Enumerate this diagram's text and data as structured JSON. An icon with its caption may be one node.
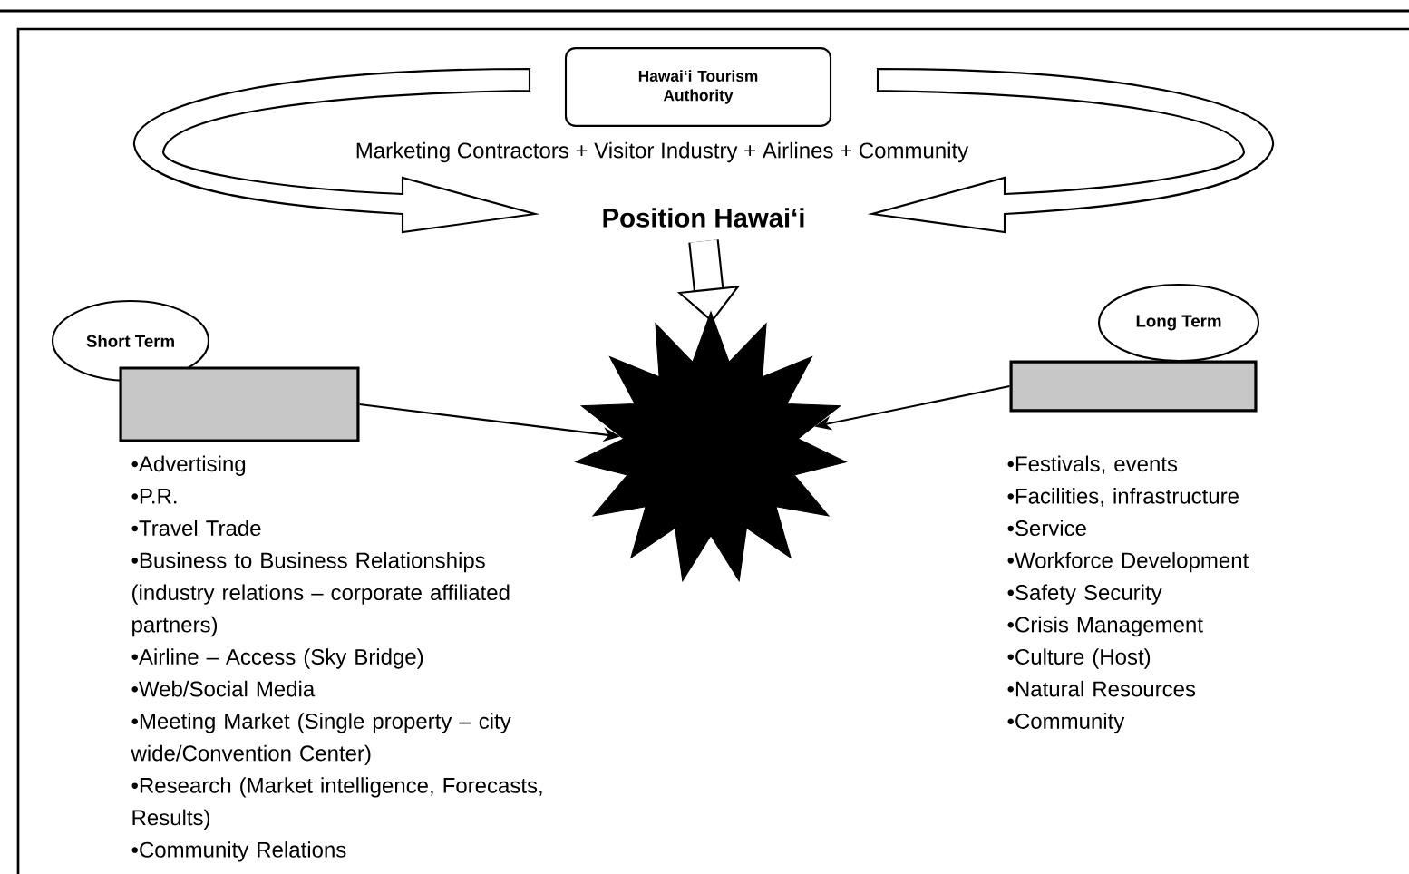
{
  "diagram": {
    "nodes": [
      {
        "text": [
          "Hawai‘i Tourism Authority"
        ]
      },
      {
        "text": [
          "Position Hawai‘i"
        ]
      },
      {
        "text": [
          "Short Term"
        ]
      },
      {
        "text": [],
        "shape": "box",
        "beside": [
          "•Advertising",
          "•P.R.",
          "•Travel Trade",
          "•Business to Business Relationships (industry relations – corporate affiliated partners)",
          "•Airline – Access (Sky Bridge)",
          "•Web/Social Media",
          "•Meeting Market (Single property – city wide/Convention Center)",
          "•Research (Market intelligence, Forecasts, Results)",
          "•Community Relations"
        ]
      },
      {
        "text": [
          "Long Term"
        ]
      },
      {
        "text": [],
        "shape": "box",
        "beside": [
          "•Festivals, events",
          "•Facilities, infrastructure",
          "•Service",
          "•Workforce Development",
          "•Safety Security",
          "•Crisis Management",
          "•Culture (Host)",
          "•Natural Resources",
          "•Community"
        ]
      },
      {
        "text": [],
        "shape": "star"
      }
    ],
    "edges": [
      {
        "from": 1,
        "to": 6,
        "arrow": "to",
        "style": "thick"
      },
      {
        "from": 3,
        "to": 6,
        "arrow": "to"
      },
      {
        "from": 5,
        "to": 6,
        "arrow": "to"
      }
    ],
    "labels": [
      "Marketing Contractors + Visitor Industry + Airlines + Community"
    ]
  }
}
